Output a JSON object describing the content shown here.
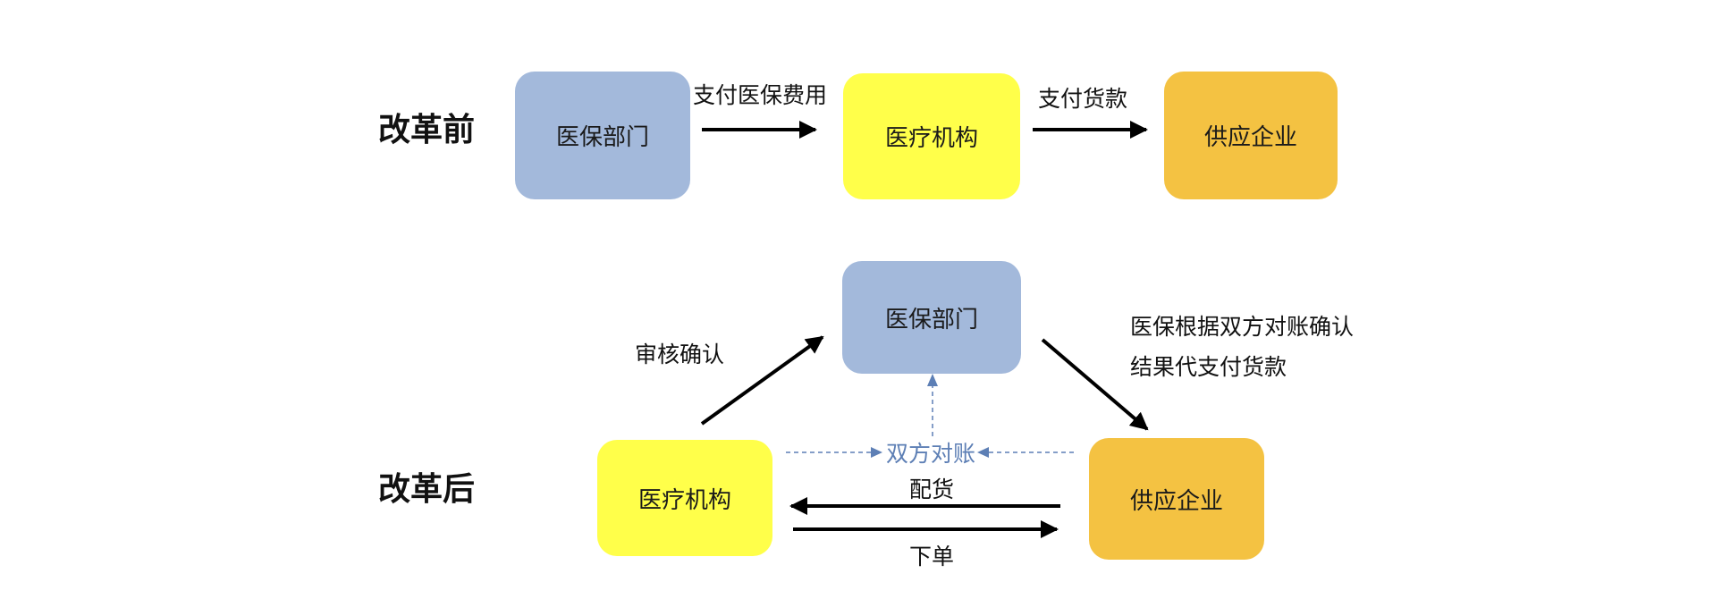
{
  "before": {
    "label": "改革前",
    "boxes": {
      "insurance": "医保部门",
      "hospital": "医疗机构",
      "supplier": "供应企业"
    },
    "arrow1_label": "支付医保费用",
    "arrow2_label": "支付货款"
  },
  "after": {
    "label": "改革后",
    "boxes": {
      "insurance": "医保部门",
      "hospital": "医疗机构",
      "supplier": "供应企业"
    },
    "review_label": "审核确认",
    "payment_label_line1": "医保根据双方对账确认",
    "payment_label_line2": "结果代支付货款",
    "reconcile_label": "双方对账",
    "delivery_label": "配货",
    "order_label": "下单"
  },
  "colors": {
    "insurance_box": "#a3b9db",
    "hospital_box": "#ffff4a",
    "supplier_box": "#f4c242",
    "reconcile": "#5d7fb5",
    "arrow": "#000000"
  }
}
